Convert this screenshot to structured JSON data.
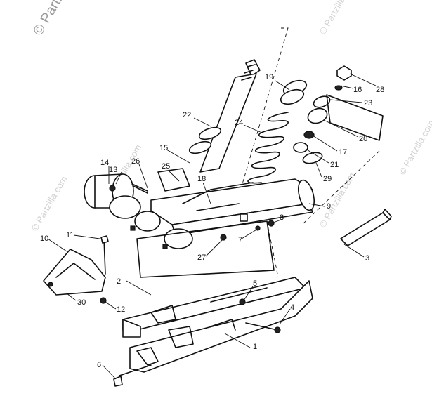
{
  "watermarks": {
    "corner": "© Partzilla.com",
    "small": "© Partzilla.com"
  },
  "callouts": [
    "1",
    "2",
    "3",
    "4",
    "5",
    "6",
    "7",
    "8",
    "9",
    "10",
    "11",
    "12",
    "13",
    "14",
    "15",
    "16",
    "17",
    "18",
    "19",
    "20",
    "21",
    "22",
    "23",
    "24",
    "25",
    "26",
    "27",
    "28",
    "29",
    "30"
  ]
}
